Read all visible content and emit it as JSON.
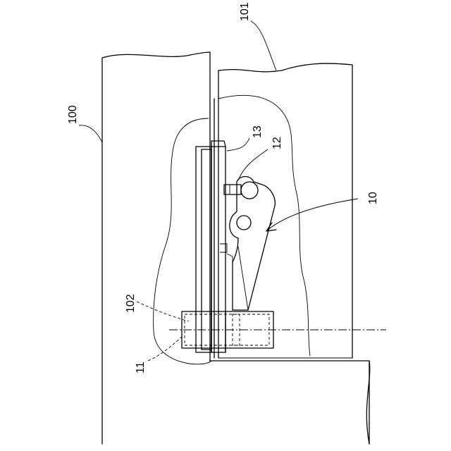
{
  "labels": {
    "wall_100": "100",
    "door_101": "101",
    "assembly_10": "10",
    "part_11": "11",
    "part_12": "12",
    "part_13": "13",
    "part_102": "102"
  }
}
